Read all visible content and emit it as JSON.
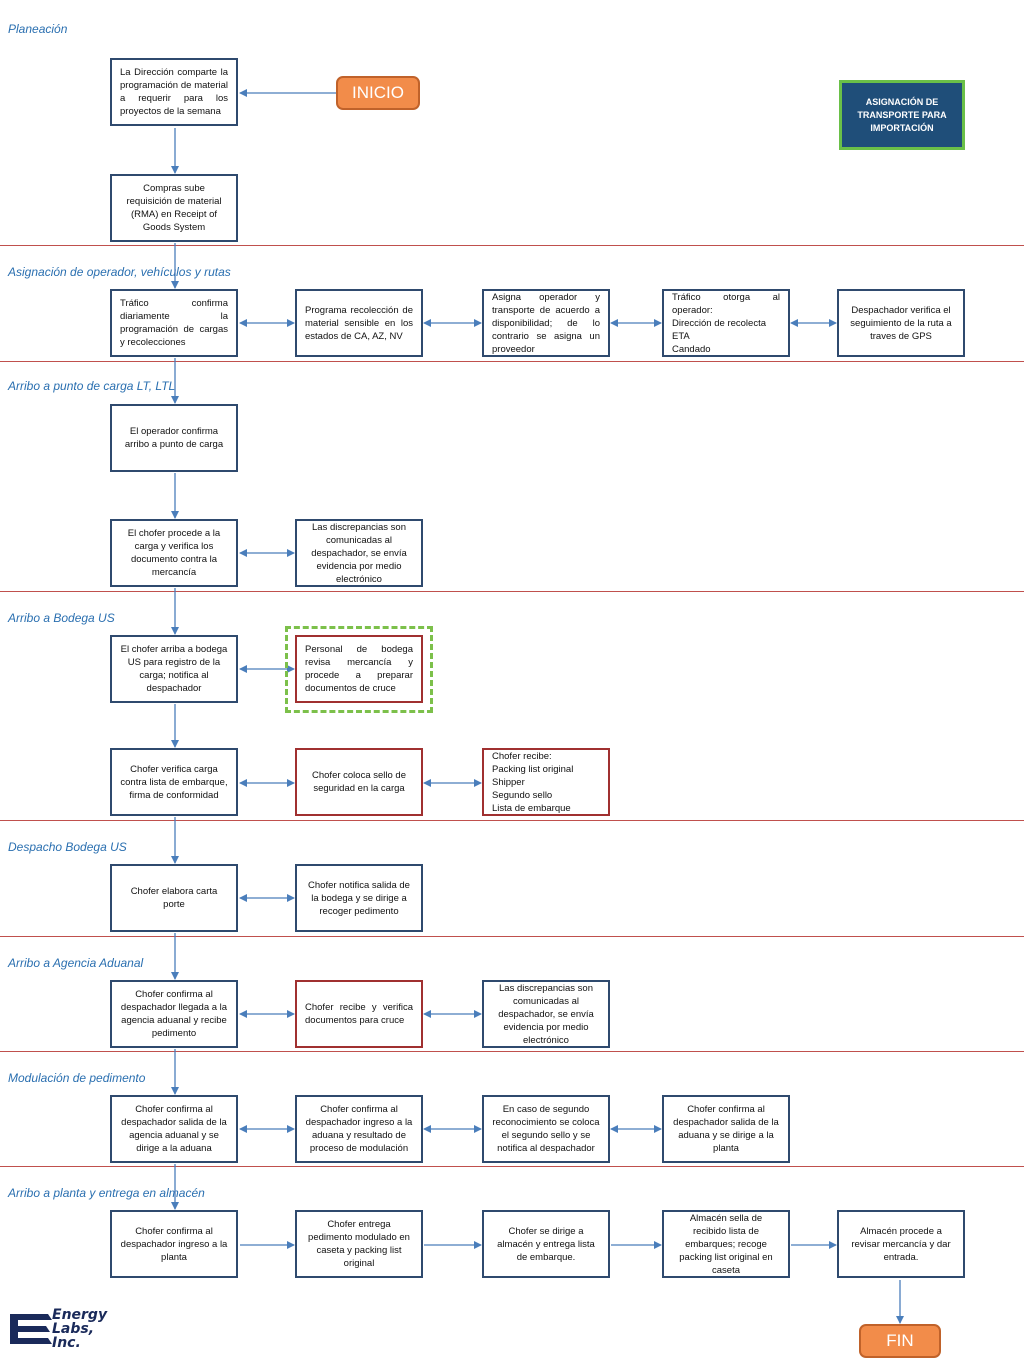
{
  "sections": [
    {
      "id": "planeacion",
      "label": "Planeación"
    },
    {
      "id": "asignacion",
      "label": "Asignación de operador, vehículos y rutas"
    },
    {
      "id": "arribo-carga",
      "label": "Arribo a punto de carga LT, LTL"
    },
    {
      "id": "arribo-bodega",
      "label": "Arribo a Bodega US"
    },
    {
      "id": "despacho-bodega",
      "label": "Despacho Bodega US"
    },
    {
      "id": "arribo-agencia",
      "label": "Arribo a Agencia Aduanal"
    },
    {
      "id": "modulacion",
      "label": "Modulación de pedimento"
    },
    {
      "id": "arribo-planta",
      "label": "Arribo a planta y entrega en almacén"
    }
  ],
  "header": {
    "title": "ASIGNACIÓN DE TRANSPORTE PARA IMPORTACIÓN"
  },
  "terminals": {
    "start": "INICIO",
    "end": "FIN"
  },
  "logo": {
    "line1": "Energy",
    "line2": "Labs,",
    "line3": "Inc."
  },
  "boxes": {
    "b1": "La Dirección comparte la programación de material a requerir para los proyectos de la semana",
    "b2": "Compras sube requisición de material (RMA) en Receipt of Goods System",
    "b3": "Tráfico confirma diariamente la programación de cargas y recolecciones",
    "b4": "Programa recolección de material sensible en los estados de CA, AZ, NV",
    "b5": "Asigna operador y transporte de acuerdo a disponibilidad; de lo contrario se asigna un proveedor",
    "b6": "Tráfico otorga al operador:\nDirección de recolecta\nETA\nCandado",
    "b7": "Despachador verifica el seguimiento de la ruta a traves de GPS",
    "b8": "El operador confirma arribo a punto de carga",
    "b9": "El chofer procede a la carga y verifica los documento contra la mercancía",
    "b10": "Las discrepancias son comunicadas al despachador, se envía evidencia por medio electrónico",
    "b11": "El chofer arriba a bodega US para registro de la carga; notifica al despachador",
    "b12": "Personal de bodega revisa mercancía y procede a preparar documentos de cruce",
    "b13": "Chofer verifica carga contra lista de embarque, firma de conformidad",
    "b14": "Chofer coloca sello de seguridad en la carga",
    "b15": "Chofer recibe:\nPacking list original\nShipper\nSegundo sello\nLista de embarque",
    "b16": "Chofer elabora carta porte",
    "b17": "Chofer notifica salida de la bodega y se dirige a recoger pedimento",
    "b18": "Chofer confirma al despachador llegada a la agencia aduanal y recibe pedimento",
    "b19": "Chofer recibe y verifica documentos para cruce",
    "b20": "Las discrepancias son comunicadas al despachador, se envía evidencia por medio electrónico",
    "b21": "Chofer confirma al despachador salida de la agencia aduanal y se dirige a la aduana",
    "b22": "Chofer confirma al despachador ingreso a la aduana y resultado de proceso de modulación",
    "b23": "En caso de segundo reconocimiento se coloca el segundo sello y se notifica al despachador",
    "b24": "Chofer confirma al despachador salida de la aduana y se dirige a la planta",
    "b25": "Chofer confirma al despachador ingreso a la planta",
    "b26": "Chofer entrega pedimento modulado en caseta y packing list original",
    "b27": "Chofer se dirige a almacén y entrega lista de embarque.",
    "b28": "Almacén sella de recibido lista de embarques; recoge packing list original en caseta",
    "b29": "Almacén procede a revisar mercancía y dar entrada."
  }
}
